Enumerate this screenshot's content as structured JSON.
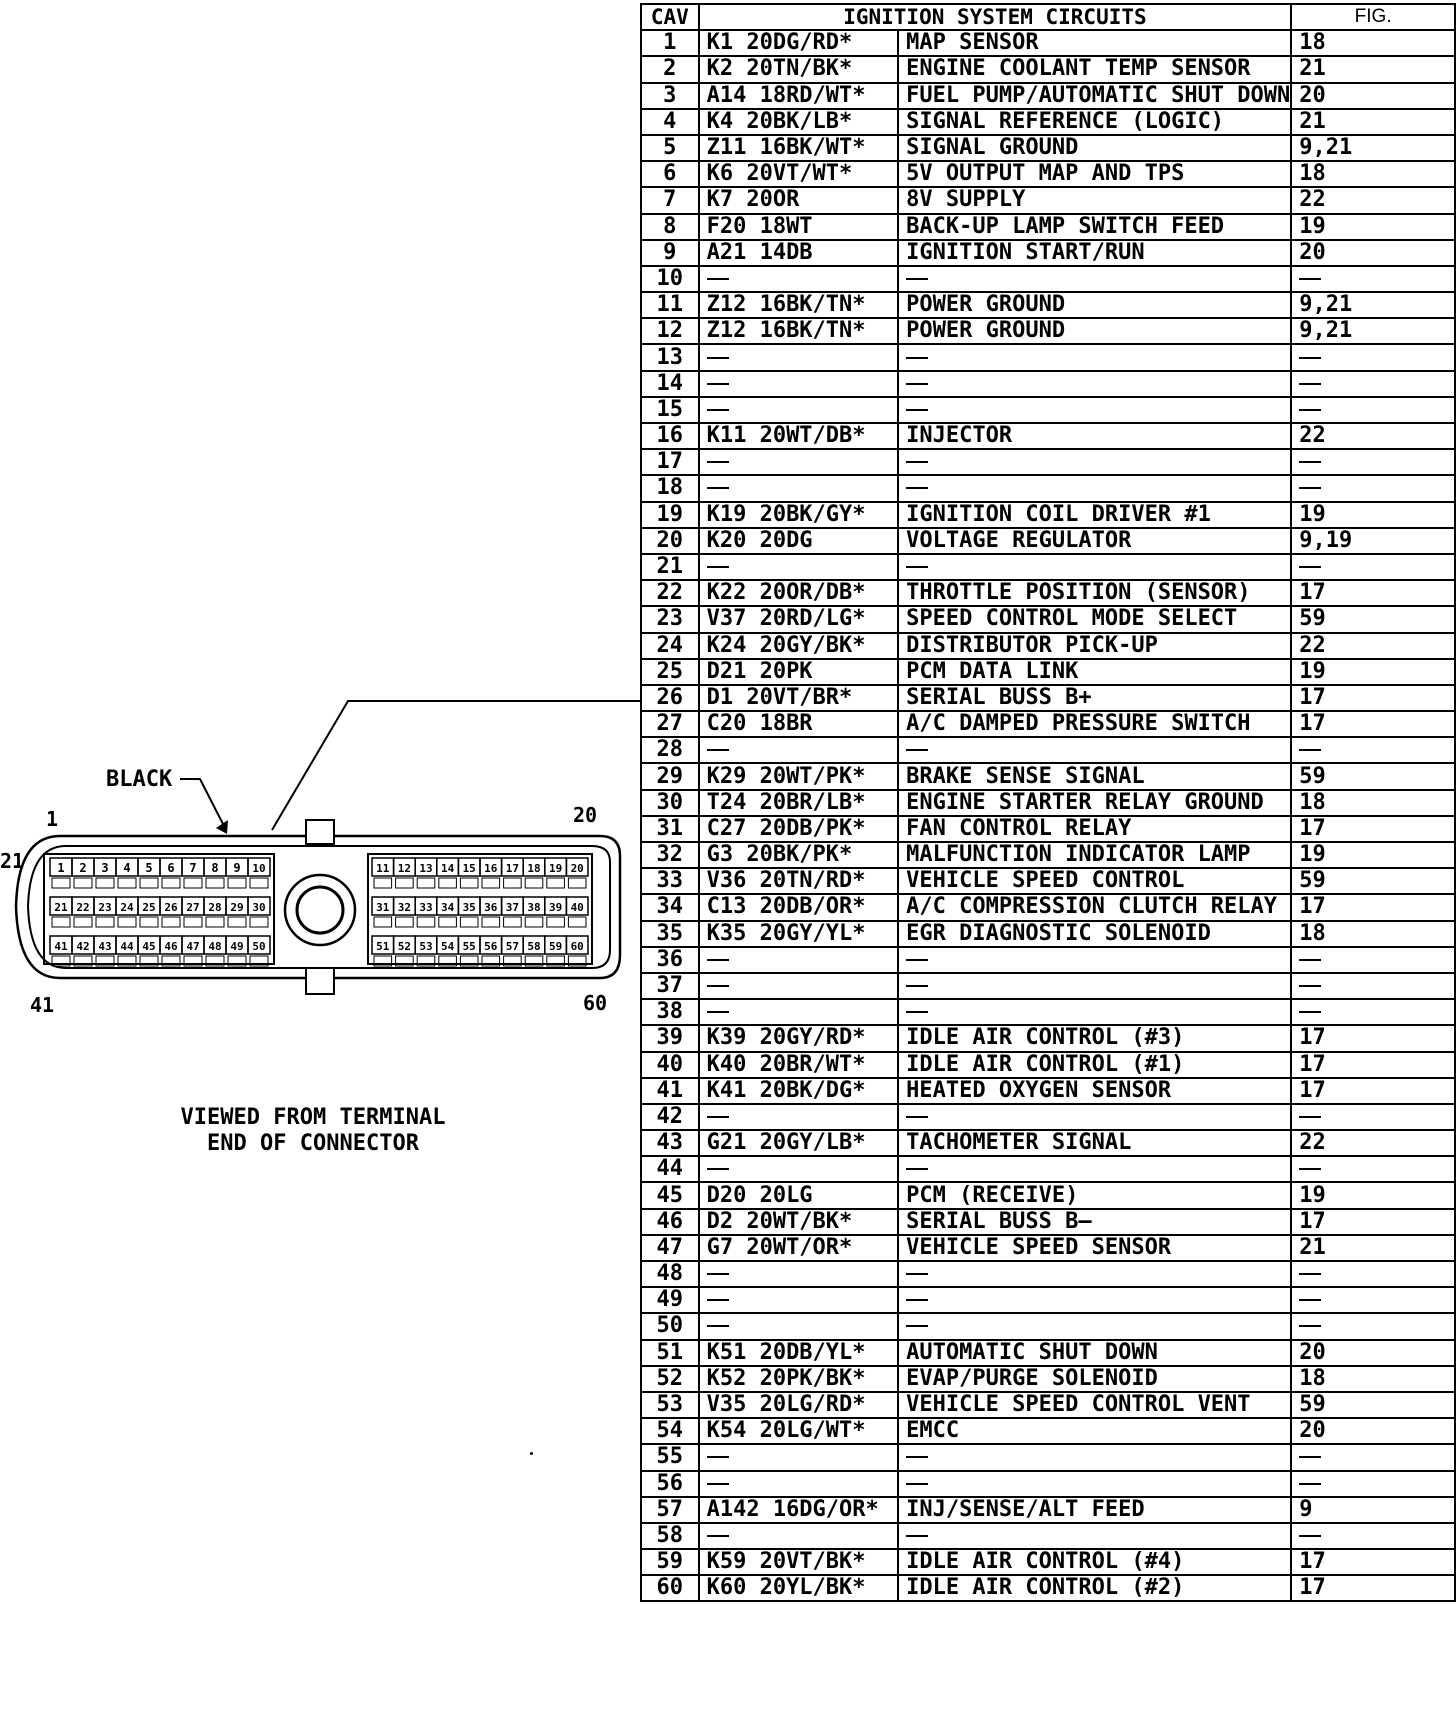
{
  "connector": {
    "color_label": "BLACK",
    "pin_label_1": "1",
    "pin_label_20": "20",
    "pin_label_21": "21",
    "pin_label_41": "41",
    "pin_label_60": "60",
    "caption_line1": "VIEWED FROM TERMINAL",
    "caption_line2": "END OF CONNECTOR",
    "pins": [
      "1",
      "2",
      "3",
      "4",
      "5",
      "6",
      "7",
      "8",
      "9",
      "10",
      "11",
      "12",
      "13",
      "14",
      "15",
      "16",
      "17",
      "18",
      "19",
      "20",
      "21",
      "22",
      "23",
      "24",
      "25",
      "26",
      "27",
      "28",
      "29",
      "30",
      "31",
      "32",
      "33",
      "34",
      "35",
      "36",
      "37",
      "38",
      "39",
      "40",
      "41",
      "42",
      "43",
      "44",
      "45",
      "46",
      "47",
      "48",
      "49",
      "50",
      "51",
      "52",
      "53",
      "54",
      "55",
      "56",
      "57",
      "58",
      "59",
      "60"
    ]
  },
  "table": {
    "headers": {
      "cav": "CAV",
      "circuits": "IGNITION SYSTEM CIRCUITS",
      "fig": "FIG."
    },
    "rows": [
      {
        "cav": "1",
        "wire": "K1  20DG/RD*",
        "func": "MAP SENSOR",
        "fig": "18"
      },
      {
        "cav": "2",
        "wire": "K2  20TN/BK*",
        "func": "ENGINE COOLANT TEMP SENSOR",
        "fig": "21"
      },
      {
        "cav": "3",
        "wire": "A14  18RD/WT*",
        "func": "FUEL PUMP/AUTOMATIC SHUT DOWN",
        "fig": "20"
      },
      {
        "cav": "4",
        "wire": "K4  20BK/LB*",
        "func": "SIGNAL REFERENCE (LOGIC)",
        "fig": "21"
      },
      {
        "cav": "5",
        "wire": "Z11  16BK/WT*",
        "func": "SIGNAL GROUND",
        "fig": "9,21"
      },
      {
        "cav": "6",
        "wire": "K6  20VT/WT*",
        "func": "5V OUTPUT MAP AND TPS",
        "fig": "18"
      },
      {
        "cav": "7",
        "wire": "K7  20OR",
        "func": "8V SUPPLY",
        "fig": "22"
      },
      {
        "cav": "8",
        "wire": "F20  18WT",
        "func": "BACK-UP LAMP SWITCH FEED",
        "fig": "19"
      },
      {
        "cav": "9",
        "wire": "A21  14DB",
        "func": "IGNITION START/RUN",
        "fig": "20"
      },
      {
        "cav": "10",
        "wire": "",
        "func": "",
        "fig": ""
      },
      {
        "cav": "11",
        "wire": "Z12  16BK/TN*",
        "func": "POWER GROUND",
        "fig": "9,21"
      },
      {
        "cav": "12",
        "wire": "Z12  16BK/TN*",
        "func": "POWER GROUND",
        "fig": "9,21"
      },
      {
        "cav": "13",
        "wire": "",
        "func": "",
        "fig": ""
      },
      {
        "cav": "14",
        "wire": "",
        "func": "",
        "fig": ""
      },
      {
        "cav": "15",
        "wire": "",
        "func": "",
        "fig": ""
      },
      {
        "cav": "16",
        "wire": "K11  20WT/DB*",
        "func": "INJECTOR",
        "fig": "22"
      },
      {
        "cav": "17",
        "wire": "",
        "func": "",
        "fig": ""
      },
      {
        "cav": "18",
        "wire": "",
        "func": "",
        "fig": ""
      },
      {
        "cav": "19",
        "wire": "K19  20BK/GY*",
        "func": "IGNITION COIL DRIVER #1",
        "fig": "19"
      },
      {
        "cav": "20",
        "wire": "K20  20DG",
        "func": "VOLTAGE REGULATOR",
        "fig": "9,19"
      },
      {
        "cav": "21",
        "wire": "",
        "func": "",
        "fig": ""
      },
      {
        "cav": "22",
        "wire": "K22  20OR/DB*",
        "func": "THROTTLE POSITION (SENSOR)",
        "fig": "17"
      },
      {
        "cav": "23",
        "wire": "V37  20RD/LG*",
        "func": "SPEED CONTROL MODE SELECT",
        "fig": "59"
      },
      {
        "cav": "24",
        "wire": "K24  20GY/BK*",
        "func": "DISTRIBUTOR PICK-UP",
        "fig": "22"
      },
      {
        "cav": "25",
        "wire": "D21  20PK",
        "func": "PCM DATA LINK",
        "fig": "19"
      },
      {
        "cav": "26",
        "wire": "D1  20VT/BR*",
        "func": "SERIAL BUSS B+",
        "fig": "17"
      },
      {
        "cav": "27",
        "wire": "C20  18BR",
        "func": "A/C DAMPED PRESSURE SWITCH",
        "fig": "17"
      },
      {
        "cav": "28",
        "wire": "",
        "func": "",
        "fig": ""
      },
      {
        "cav": "29",
        "wire": "K29  20WT/PK*",
        "func": "BRAKE SENSE SIGNAL",
        "fig": "59"
      },
      {
        "cav": "30",
        "wire": "T24  20BR/LB*",
        "func": "ENGINE STARTER RELAY GROUND",
        "fig": "18"
      },
      {
        "cav": "31",
        "wire": "C27  20DB/PK*",
        "func": "FAN CONTROL RELAY",
        "fig": "17"
      },
      {
        "cav": "32",
        "wire": "G3  20BK/PK*",
        "func": "MALFUNCTION INDICATOR LAMP",
        "fig": "19"
      },
      {
        "cav": "33",
        "wire": "V36  20TN/RD*",
        "func": "VEHICLE SPEED CONTROL",
        "fig": "59"
      },
      {
        "cav": "34",
        "wire": "C13  20DB/OR*",
        "func": "A/C COMPRESSION CLUTCH RELAY",
        "fig": "17"
      },
      {
        "cav": "35",
        "wire": "K35  20GY/YL*",
        "func": "EGR DIAGNOSTIC SOLENOID",
        "fig": "18"
      },
      {
        "cav": "36",
        "wire": "",
        "func": "",
        "fig": ""
      },
      {
        "cav": "37",
        "wire": "",
        "func": "",
        "fig": ""
      },
      {
        "cav": "38",
        "wire": "",
        "func": "",
        "fig": ""
      },
      {
        "cav": "39",
        "wire": "K39  20GY/RD*",
        "func": "IDLE AIR CONTROL (#3)",
        "fig": "17"
      },
      {
        "cav": "40",
        "wire": "K40  20BR/WT*",
        "func": "IDLE AIR CONTROL (#1)",
        "fig": "17"
      },
      {
        "cav": "41",
        "wire": "K41  20BK/DG*",
        "func": "HEATED OXYGEN SENSOR",
        "fig": "17"
      },
      {
        "cav": "42",
        "wire": "",
        "func": "",
        "fig": ""
      },
      {
        "cav": "43",
        "wire": "G21  20GY/LB*",
        "func": "TACHOMETER SIGNAL",
        "fig": "22"
      },
      {
        "cav": "44",
        "wire": "",
        "func": "",
        "fig": ""
      },
      {
        "cav": "45",
        "wire": "D20  20LG",
        "func": "PCM (RECEIVE)",
        "fig": "19"
      },
      {
        "cav": "46",
        "wire": "D2  20WT/BK*",
        "func": "SERIAL BUSS B—",
        "fig": "17"
      },
      {
        "cav": "47",
        "wire": "G7  20WT/OR*",
        "func": "VEHICLE SPEED SENSOR",
        "fig": "21"
      },
      {
        "cav": "48",
        "wire": "",
        "func": "",
        "fig": ""
      },
      {
        "cav": "49",
        "wire": "",
        "func": "",
        "fig": ""
      },
      {
        "cav": "50",
        "wire": "",
        "func": "",
        "fig": ""
      },
      {
        "cav": "51",
        "wire": "K51  20DB/YL*",
        "func": "AUTOMATIC SHUT DOWN",
        "fig": "20"
      },
      {
        "cav": "52",
        "wire": "K52  20PK/BK*",
        "func": "EVAP/PURGE SOLENOID",
        "fig": "18"
      },
      {
        "cav": "53",
        "wire": "V35  20LG/RD*",
        "func": "VEHICLE SPEED CONTROL VENT",
        "fig": "59"
      },
      {
        "cav": "54",
        "wire": "K54  20LG/WT*",
        "func": "EMCC",
        "fig": "20"
      },
      {
        "cav": "55",
        "wire": "",
        "func": "",
        "fig": ""
      },
      {
        "cav": "56",
        "wire": "",
        "func": "",
        "fig": ""
      },
      {
        "cav": "57",
        "wire": "A142  16DG/OR*",
        "func": "INJ/SENSE/ALT FEED",
        "fig": "9"
      },
      {
        "cav": "58",
        "wire": "",
        "func": "",
        "fig": ""
      },
      {
        "cav": "59",
        "wire": "K59  20VT/BK*",
        "func": "IDLE AIR CONTROL (#4)",
        "fig": "17"
      },
      {
        "cav": "60",
        "wire": "K60  20YL/BK*",
        "func": "IDLE AIR CONTROL (#2)",
        "fig": "17"
      }
    ]
  }
}
